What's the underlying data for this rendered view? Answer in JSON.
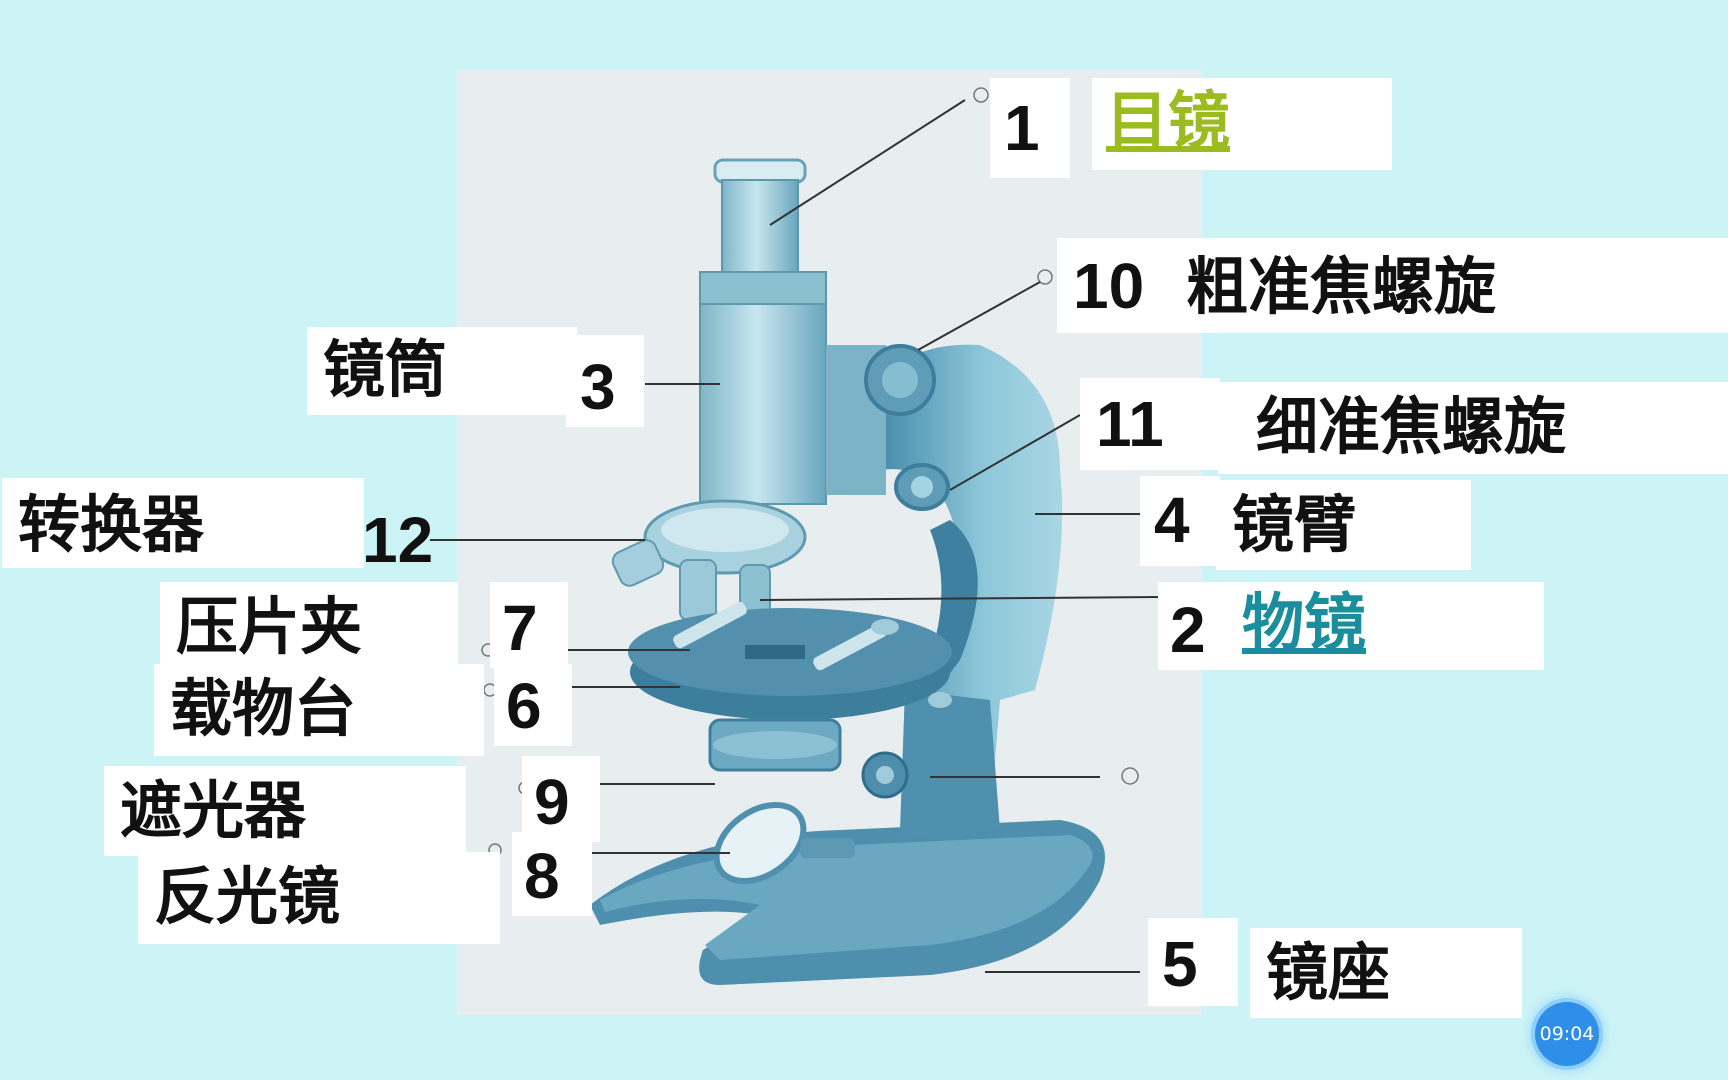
{
  "parts": {
    "n1": "1",
    "eyepiece": "目镜",
    "n10": "10",
    "coarse": "粗准焦螺旋",
    "n3": "3",
    "tube": "镜筒",
    "n11": "11",
    "fine": "细准焦螺旋",
    "n4": "4",
    "arm": "镜臂",
    "n12": "12",
    "nosepiece": "转换器",
    "n2": "2",
    "objective": "物镜",
    "n7": "7",
    "clip": "压片夹",
    "n6": "6",
    "stage": "载物台",
    "n9": "9",
    "diaphragm": "遮光器",
    "n8": "8",
    "mirror": "反光镜",
    "n5": "5",
    "base": "镜座"
  },
  "clock": "09:04",
  "colors": {
    "background": "#ccf4f6",
    "eyepiece_text": "#9bbb1f",
    "objective_text": "#1a8e9c",
    "microscope_body": "#5f9fba",
    "microscope_light": "#a9d6e4"
  }
}
